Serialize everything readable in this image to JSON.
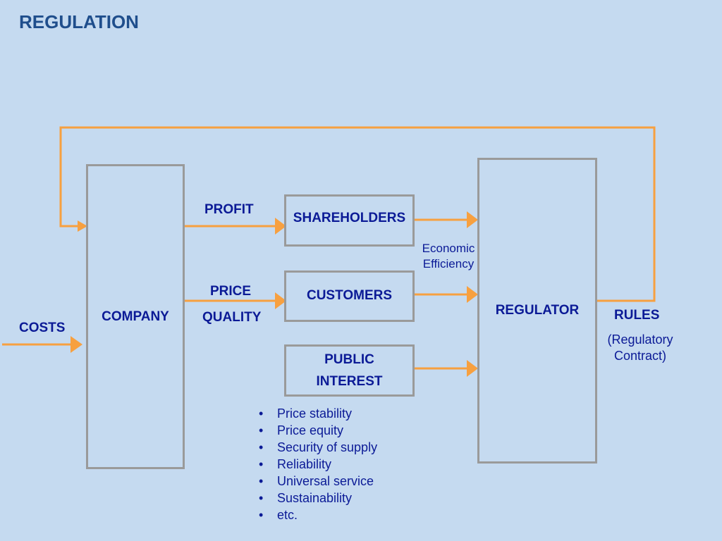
{
  "title": "REGULATION",
  "nodes": {
    "company": "COMPANY",
    "shareholders": "SHAREHOLDERS",
    "customers": "CUSTOMERS",
    "public_interest_line1": "PUBLIC",
    "public_interest_line2": "INTEREST",
    "regulator": "REGULATOR"
  },
  "edge_labels": {
    "costs": "COSTS",
    "profit": "PROFIT",
    "price": "PRICE",
    "quality": "QUALITY",
    "economic_line1": "Economic",
    "economic_line2": "Efficiency",
    "rules": "RULES",
    "regulatory_line1": "(Regulatory",
    "regulatory_line2": "Contract)"
  },
  "public_interest_items": [
    "Price stability",
    "Price equity",
    "Security of supply",
    "Reliability",
    "Universal service",
    "Sustainability",
    "etc."
  ],
  "colors": {
    "arrow": "#f7a040",
    "box_border": "#9a9a9a",
    "text": "#0b1a96",
    "title": "#1f4e8c",
    "background": "#c5daf0"
  }
}
